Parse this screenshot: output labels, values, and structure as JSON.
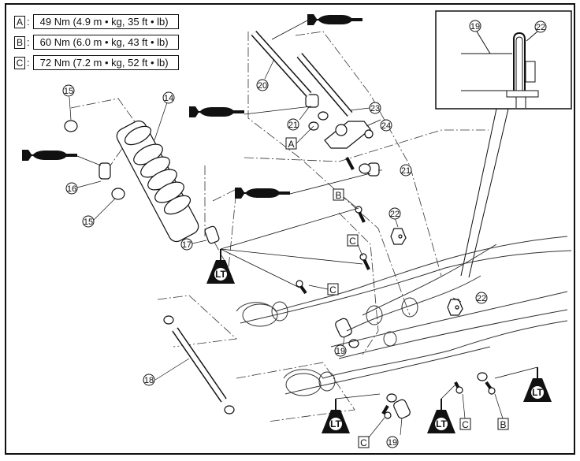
{
  "torque_specs": [
    {
      "letter": "A",
      "value": "49 Nm (4.9 m • kg, 35 ft • lb)"
    },
    {
      "letter": "B",
      "value": "60 Nm (6.0 m • kg, 43 ft • lb)"
    },
    {
      "letter": "C",
      "value": "72 Nm (7.2 m • kg, 52 ft • lb)"
    }
  ],
  "separator": ":",
  "callouts": {
    "c14": "14",
    "c15a": "15",
    "c15b": "15",
    "c16": "16",
    "c17": "17",
    "c18": "18",
    "c19a": "19",
    "c19b": "19",
    "c20": "20",
    "c21a": "21",
    "c21b": "21",
    "c22a": "22",
    "c22b": "22",
    "c23": "23",
    "c24": "24",
    "inset19": "19",
    "inset22": "22"
  },
  "bolt_labels": {
    "a1": "A",
    "b1": "B",
    "b2": "B",
    "c1": "C",
    "c2": "C",
    "c3": "C",
    "c4": "C"
  },
  "locktite_label": "LT"
}
